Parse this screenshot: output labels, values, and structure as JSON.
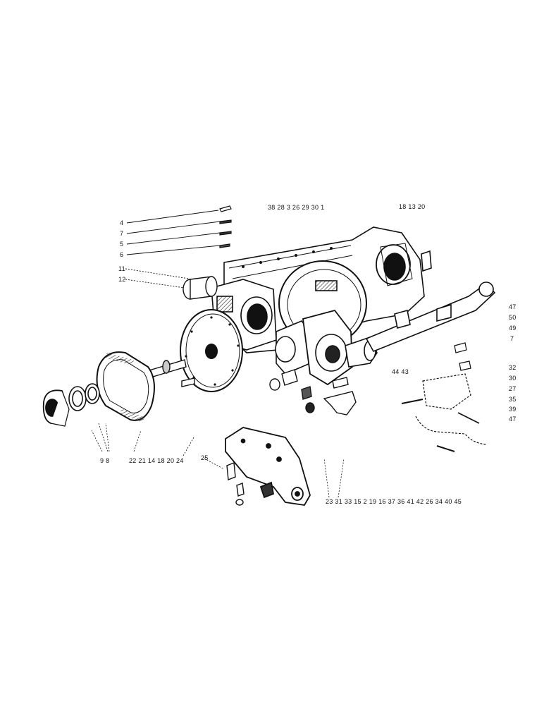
{
  "callouts": {
    "top_center": "38 28  3  26  29  30  1",
    "top_right": "18  13  20",
    "left_4": "4",
    "left_7": "7",
    "left_5": "5",
    "left_6": "6",
    "left_11": "11",
    "left_12": "12",
    "bottom_left": "9  8",
    "bottom_mid": "22  21  14  18  20  24",
    "bottom_25": "25",
    "bottom_right": "23  31  33  15   2   19  16  37  36  41  42  26  34  40  45",
    "mid_44_43": "44  43",
    "right_47a": "47",
    "right_50": "50",
    "right_49": "49",
    "right_7": "7",
    "right_32": "32",
    "right_30": "30",
    "right_27": "27",
    "right_35": "35",
    "right_39": "39",
    "right_47b": "47"
  }
}
